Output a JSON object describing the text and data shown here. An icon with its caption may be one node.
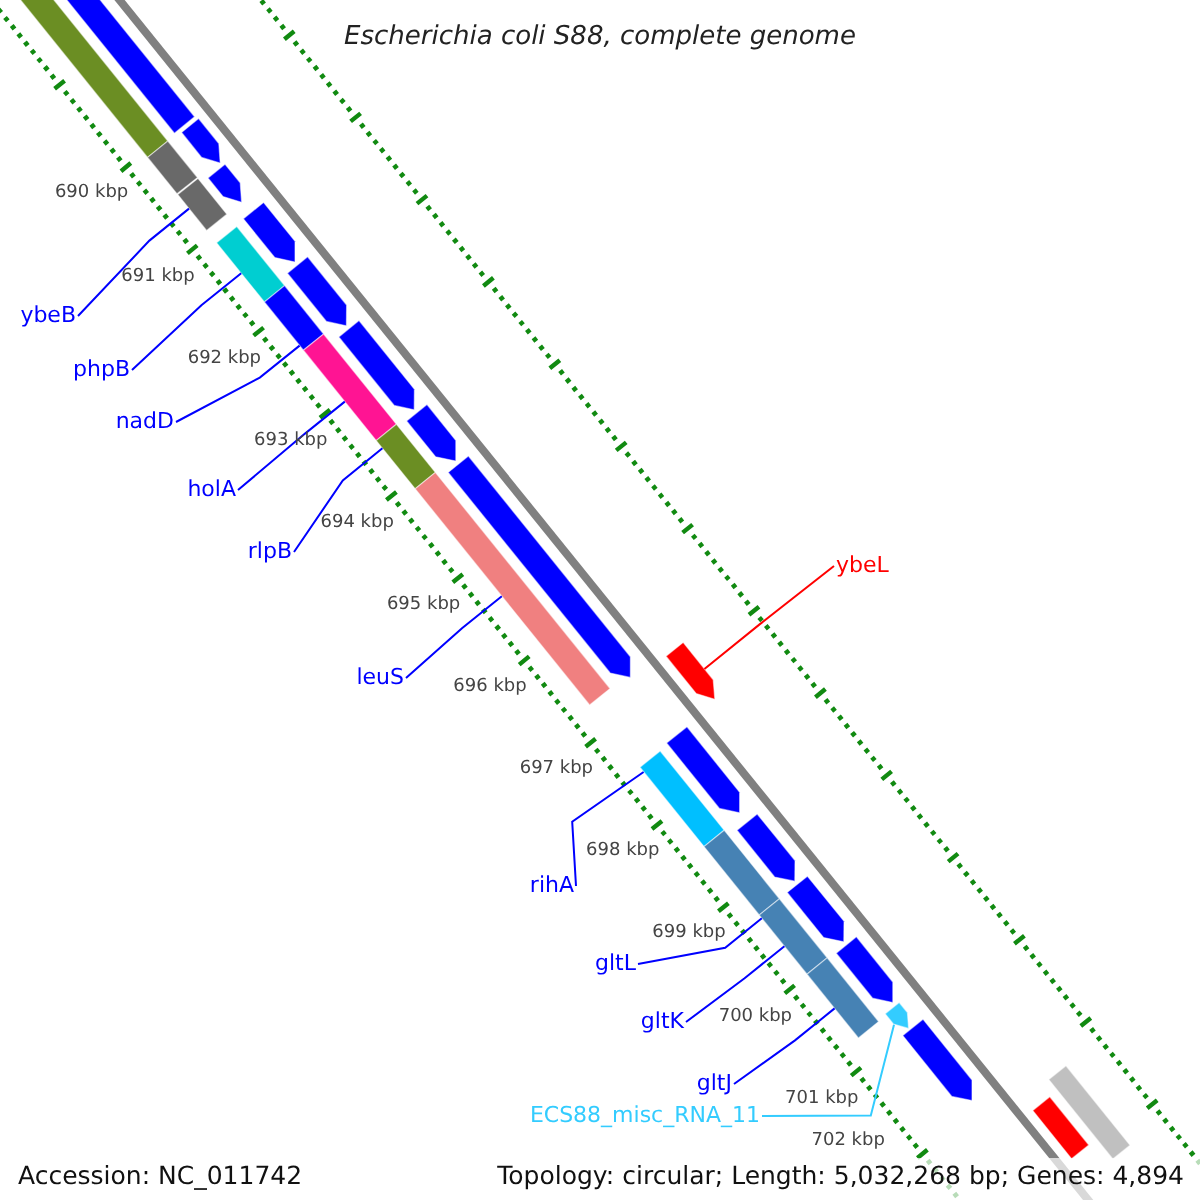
{
  "diagram": {
    "title": "Escherichia coli S88, complete genome",
    "nodes": [
      {
        "text": [
          "ybeB"
        ]
      },
      {
        "text": [
          "phpB"
        ]
      },
      {
        "text": [
          "nadD"
        ]
      },
      {
        "text": [
          "holA"
        ]
      },
      {
        "text": [
          "rlpB"
        ]
      },
      {
        "text": [
          "leuS"
        ]
      },
      {
        "text": [
          "ybeL"
        ]
      },
      {
        "text": [
          "rihA"
        ]
      },
      {
        "text": [
          "gltL"
        ]
      },
      {
        "text": [
          "gltK"
        ]
      },
      {
        "text": [
          "gltJ"
        ]
      },
      {
        "text": [
          "ECS88_misc_RNA_11"
        ]
      },
      {
        "text": [],
        "shape": "bar"
      },
      {
        "text": [],
        "shape": "bar"
      },
      {
        "text": [],
        "shape": "bar"
      },
      {
        "text": [],
        "shape": "arrow"
      },
      {
        "text": [],
        "shape": "bar"
      },
      {
        "text": [],
        "shape": "arrow"
      },
      {
        "text": [],
        "shape": "arrow"
      },
      {
        "text": [],
        "shape": "bar"
      },
      {
        "text": [],
        "shape": "arrow"
      },
      {
        "text": [],
        "shape": "bar"
      },
      {
        "text": [],
        "shape": "bar"
      },
      {
        "text": [],
        "shape": "arrow"
      },
      {
        "text": [],
        "shape": "bar"
      },
      {
        "text": [],
        "shape": "arrow"
      },
      {
        "text": [],
        "shape": "bar"
      },
      {
        "text": [],
        "shape": "arrow"
      },
      {
        "text": [],
        "shape": "arrow"
      },
      {
        "text": [],
        "shape": "arrow"
      },
      {
        "text": [],
        "shape": "bar"
      },
      {
        "text": [],
        "shape": "bar"
      },
      {
        "text": [],
        "shape": "arrow"
      },
      {
        "text": [],
        "shape": "bar"
      },
      {
        "text": [],
        "shape": "arrow"
      },
      {
        "text": [],
        "shape": "arrow"
      },
      {
        "text": [],
        "shape": "bar"
      },
      {
        "text": [],
        "shape": "arrow"
      },
      {
        "text": [],
        "shape": "arrow"
      },
      {
        "text": [],
        "shape": "bar"
      },
      {
        "text": [],
        "shape": "bar"
      }
    ],
    "edges": [
      {
        "from": 0,
        "to": 16,
        "arrow": "none"
      },
      {
        "from": 1,
        "to": 19,
        "arrow": "none"
      },
      {
        "from": 2,
        "to": 21,
        "arrow": "none"
      },
      {
        "from": 3,
        "to": 22,
        "arrow": "none"
      },
      {
        "from": 4,
        "to": 24,
        "arrow": "none"
      },
      {
        "from": 5,
        "to": 26,
        "arrow": "none"
      },
      {
        "from": 6,
        "to": 28,
        "arrow": "none",
        "color": "#ff0000"
      },
      {
        "from": 7,
        "to": 30,
        "arrow": "none"
      },
      {
        "from": 8,
        "to": 31,
        "arrow": "none"
      },
      {
        "from": 9,
        "to": 33,
        "arrow": "none"
      },
      {
        "from": 10,
        "to": 36,
        "arrow": "none"
      },
      {
        "from": 11,
        "to": 37,
        "arrow": "none",
        "color": "#33ccff"
      }
    ],
    "labels": [
      "690 kbp",
      "691 kbp",
      "692 kbp",
      "693 kbp",
      "694 kbp",
      "695 kbp",
      "696 kbp",
      "697 kbp",
      "698 kbp",
      "699 kbp",
      "700 kbp",
      "701 kbp",
      "702 kbp",
      "Accession: NC_011742",
      "Topology: circular; Length: 5,032,268 bp; Genes: 4,894"
    ]
  }
}
